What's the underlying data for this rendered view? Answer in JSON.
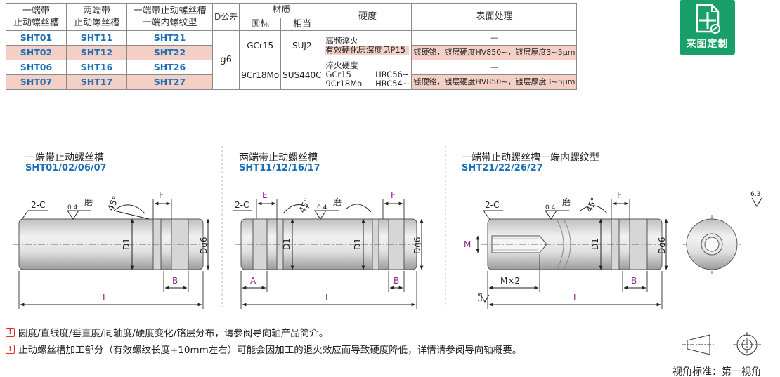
{
  "table": {
    "headers": {
      "col1": "一端带\n止动螺丝槽",
      "col2": "两端带\n止动螺丝槽",
      "col3": "一端带止动螺丝槽\n一端内螺纹型",
      "tolerance": "D公差",
      "material": "材质",
      "material_sub": [
        "国标",
        "相当"
      ],
      "hardness": "硬度",
      "surface": "表面处理"
    },
    "rows": [
      {
        "c1": "SHT01",
        "c2": "SHT11",
        "c3": "SHT21"
      },
      {
        "c1": "SHT02",
        "c2": "SHT12",
        "c3": "SHT22"
      },
      {
        "c1": "SHT06",
        "c2": "SHT16",
        "c3": "SHT26"
      },
      {
        "c1": "SHT07",
        "c2": "SHT17",
        "c3": "SHT27"
      }
    ],
    "tolerance_value": "g6",
    "materials": [
      {
        "gb": "GCr15",
        "equiv": "SUJ2"
      },
      {
        "gb": "9Cr18Mo",
        "equiv": "SUS440C"
      }
    ],
    "hardness": {
      "line1": "高频淬火",
      "line2": "有效硬化层深度见P15",
      "line3": "淬火硬度",
      "line4a": "GCr15",
      "line4b": "HRC56~",
      "line5a": "9Cr18Mo",
      "line5b": "HRC54~"
    },
    "surface": [
      "—",
      "镀硬铬，镀层硬度HV850~，镀层厚度3~5μm",
      "—",
      "镀硬铬，镀层硬度HV850~，镀层厚度3~5μm"
    ]
  },
  "badge": {
    "label": "来图定制",
    "color": "#19a06a"
  },
  "drawings": [
    {
      "title": "一端带止动螺丝槽",
      "subtitle": "SHT01/02/06/07",
      "labels": {
        "chamfer": "2-C",
        "rough": "0.4",
        "grind": "磨",
        "angle": "45°",
        "f": "F",
        "d1": "D1",
        "dg6": "Dg6",
        "b": "B",
        "l": "L"
      }
    },
    {
      "title": "两端带止动螺丝槽",
      "subtitle": "SHT11/12/16/17",
      "labels": {
        "chamfer": "2-C",
        "e": "E",
        "angle": "45°",
        "rough": "0.4",
        "grind": "磨",
        "f": "F",
        "d1": "D1",
        "dg6": "Dg6",
        "a": "A",
        "b": "B",
        "l": "L"
      }
    },
    {
      "title": "一端带止动螺丝槽一端内螺纹型",
      "subtitle": "SHT21/22/26/27",
      "labels": {
        "chamfer": "2-C",
        "rough": "0.4",
        "grind": "磨",
        "angle": "45°",
        "f": "F",
        "m": "M",
        "d1": "D1",
        "dg6": "Dg6",
        "mx2": "M×2",
        "b": "B",
        "l": "L",
        "rough2": "1.6",
        "rough3": "6.3"
      }
    }
  ],
  "notes": [
    "圆度/直线度/垂直度/同轴度/硬度变化/铬层分布，请参阅导向轴产品简介。",
    "止动螺丝槽加工部分（有效螺纹长度+10mm左右）可能会因加工的退火效应而导致硬度降低，详情请参阅导向轴概要。"
  ],
  "view_standard": "视角标准：第一视角",
  "colors": {
    "code_blue": "#1a6fb6",
    "pink": "#f4cfc6",
    "dim_purple": "#8a2a8a",
    "warn_red": "#e0302a"
  }
}
